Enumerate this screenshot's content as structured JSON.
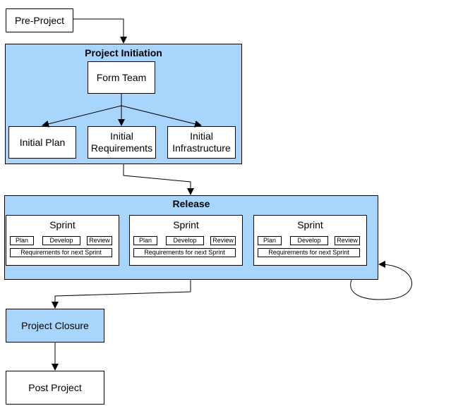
{
  "pre_project": "Pre-Project",
  "project_initiation": {
    "title": "Project Initiation",
    "form_team": "Form Team",
    "initial_plan": "Initial Plan",
    "initial_requirements": [
      "Initial",
      "Requirements"
    ],
    "initial_infrastructure": [
      "Initial",
      "Infrastructure"
    ]
  },
  "release": {
    "title": "Release",
    "sprints": [
      {
        "title": "Sprint",
        "plan": "Plan",
        "develop": "Develop",
        "review": "Review",
        "requirements": "Requirements for next Sprint"
      },
      {
        "title": "Sprint",
        "plan": "Plan",
        "develop": "Develop",
        "review": "Review",
        "requirements": "Requirements for next Sprint"
      },
      {
        "title": "Sprint",
        "plan": "Plan",
        "develop": "Develop",
        "review": "Review",
        "requirements": "Requirements for next Sprint"
      }
    ]
  },
  "project_closure": "Project Closure",
  "post_project": "Post Project",
  "colors": {
    "container_fill": "#a8d5fb",
    "box_fill": "#ffffff",
    "stroke": "#000000"
  }
}
